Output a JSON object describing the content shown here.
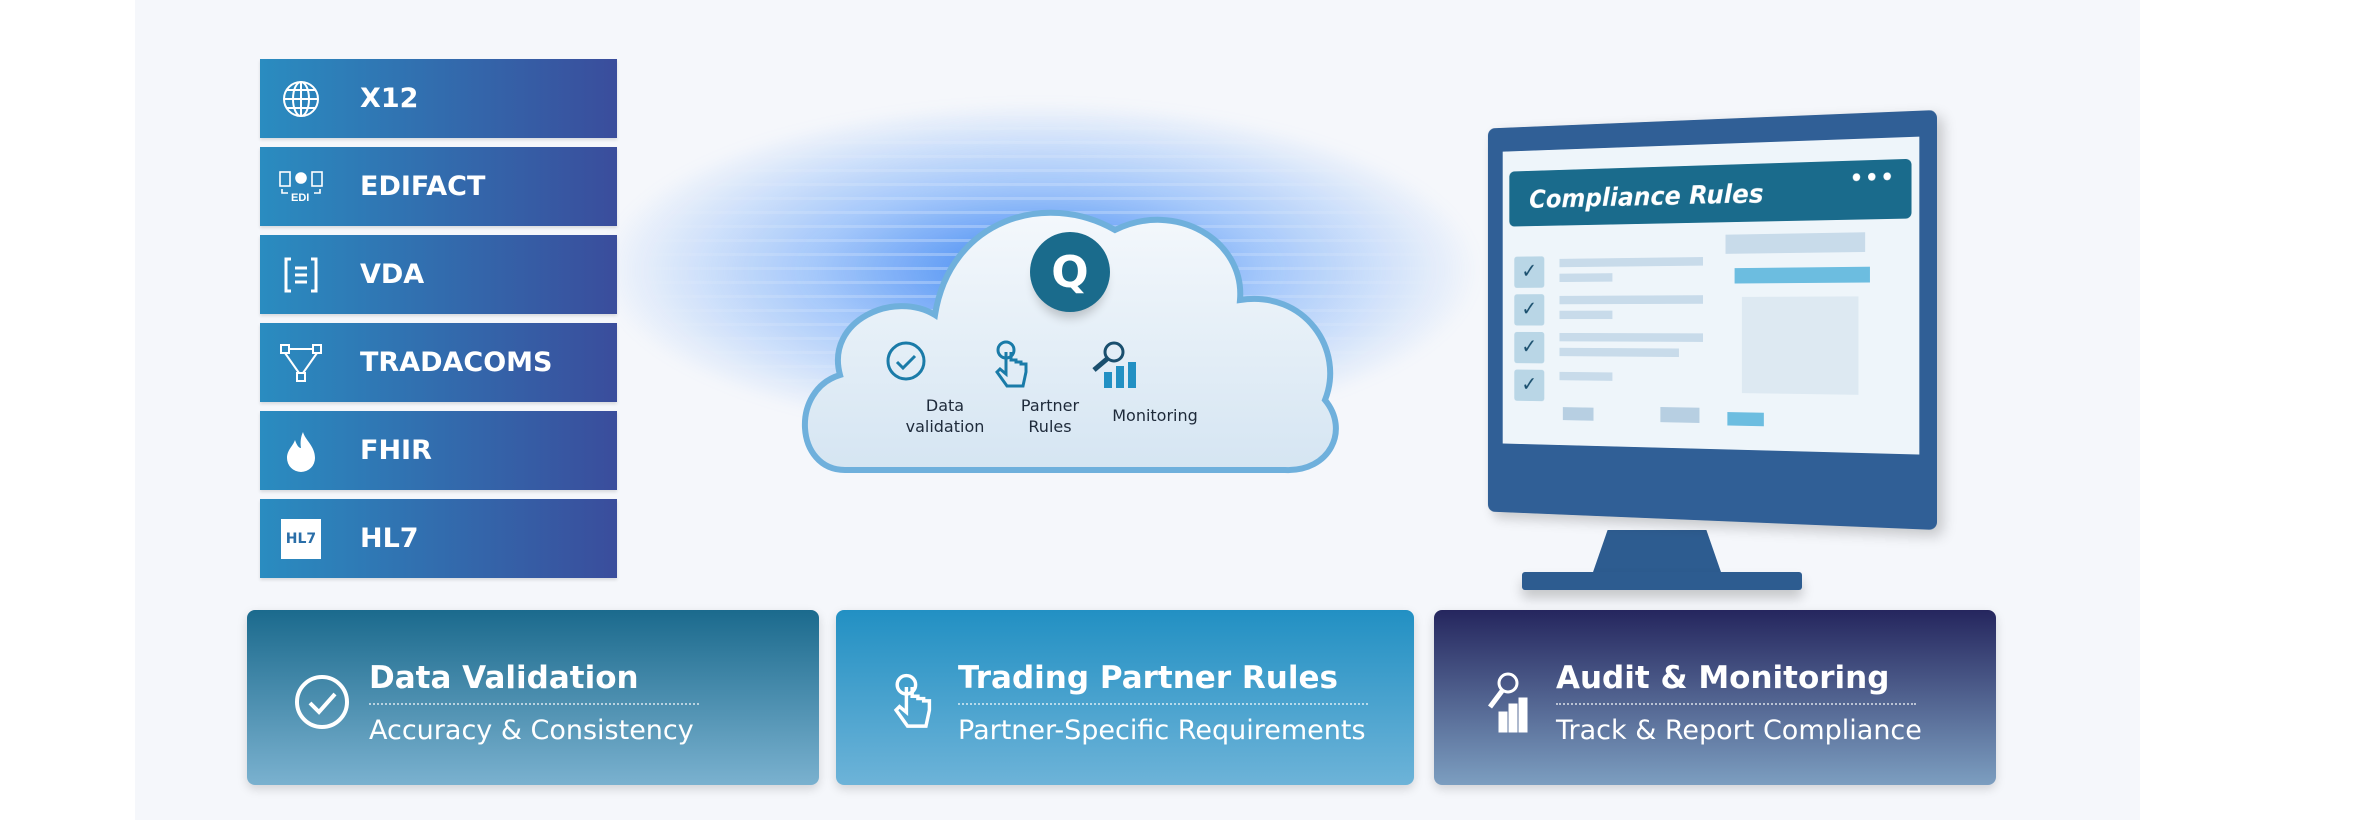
{
  "formats": [
    {
      "label": "X12",
      "icon": "globe-icon"
    },
    {
      "label": "EDIFACT",
      "icon": "edi-icon"
    },
    {
      "label": "VDA",
      "icon": "document-bracket-icon"
    },
    {
      "label": "TRADACOMS",
      "icon": "network-triangle-icon"
    },
    {
      "label": "FHIR",
      "icon": "flame-icon"
    },
    {
      "label": "HL7",
      "icon": "hl7-logo-icon",
      "icon_text": "HL7"
    }
  ],
  "cloud": {
    "logo": "Q",
    "items": [
      {
        "label1": "Data",
        "label2": "validation",
        "icon": "check-circle-icon"
      },
      {
        "label1": "Partner",
        "label2": "Rules",
        "icon": "hand-pointer-icon"
      },
      {
        "label1": "Monitoring",
        "label2": "",
        "icon": "magnify-chart-icon"
      }
    ]
  },
  "monitor": {
    "title": "Compliance Rules",
    "menu": "•••"
  },
  "cards": [
    {
      "title": "Data Validation",
      "subtitle": "Accuracy & Consistency",
      "icon": "check-circle-icon",
      "color_top": "#1b6a8d",
      "color_bottom": "#7ab1cf"
    },
    {
      "title": "Trading Partner Rules",
      "subtitle": "Partner-Specific Requirements",
      "icon": "hand-pointer-icon",
      "color_top": "#2290c3",
      "color_bottom": "#6db3d8"
    },
    {
      "title": "Audit & Monitoring",
      "subtitle": "Track & Report Compliance",
      "icon": "magnify-chart-icon",
      "color_top": "#25265e",
      "color_bottom": "#7c9ec0"
    }
  ]
}
